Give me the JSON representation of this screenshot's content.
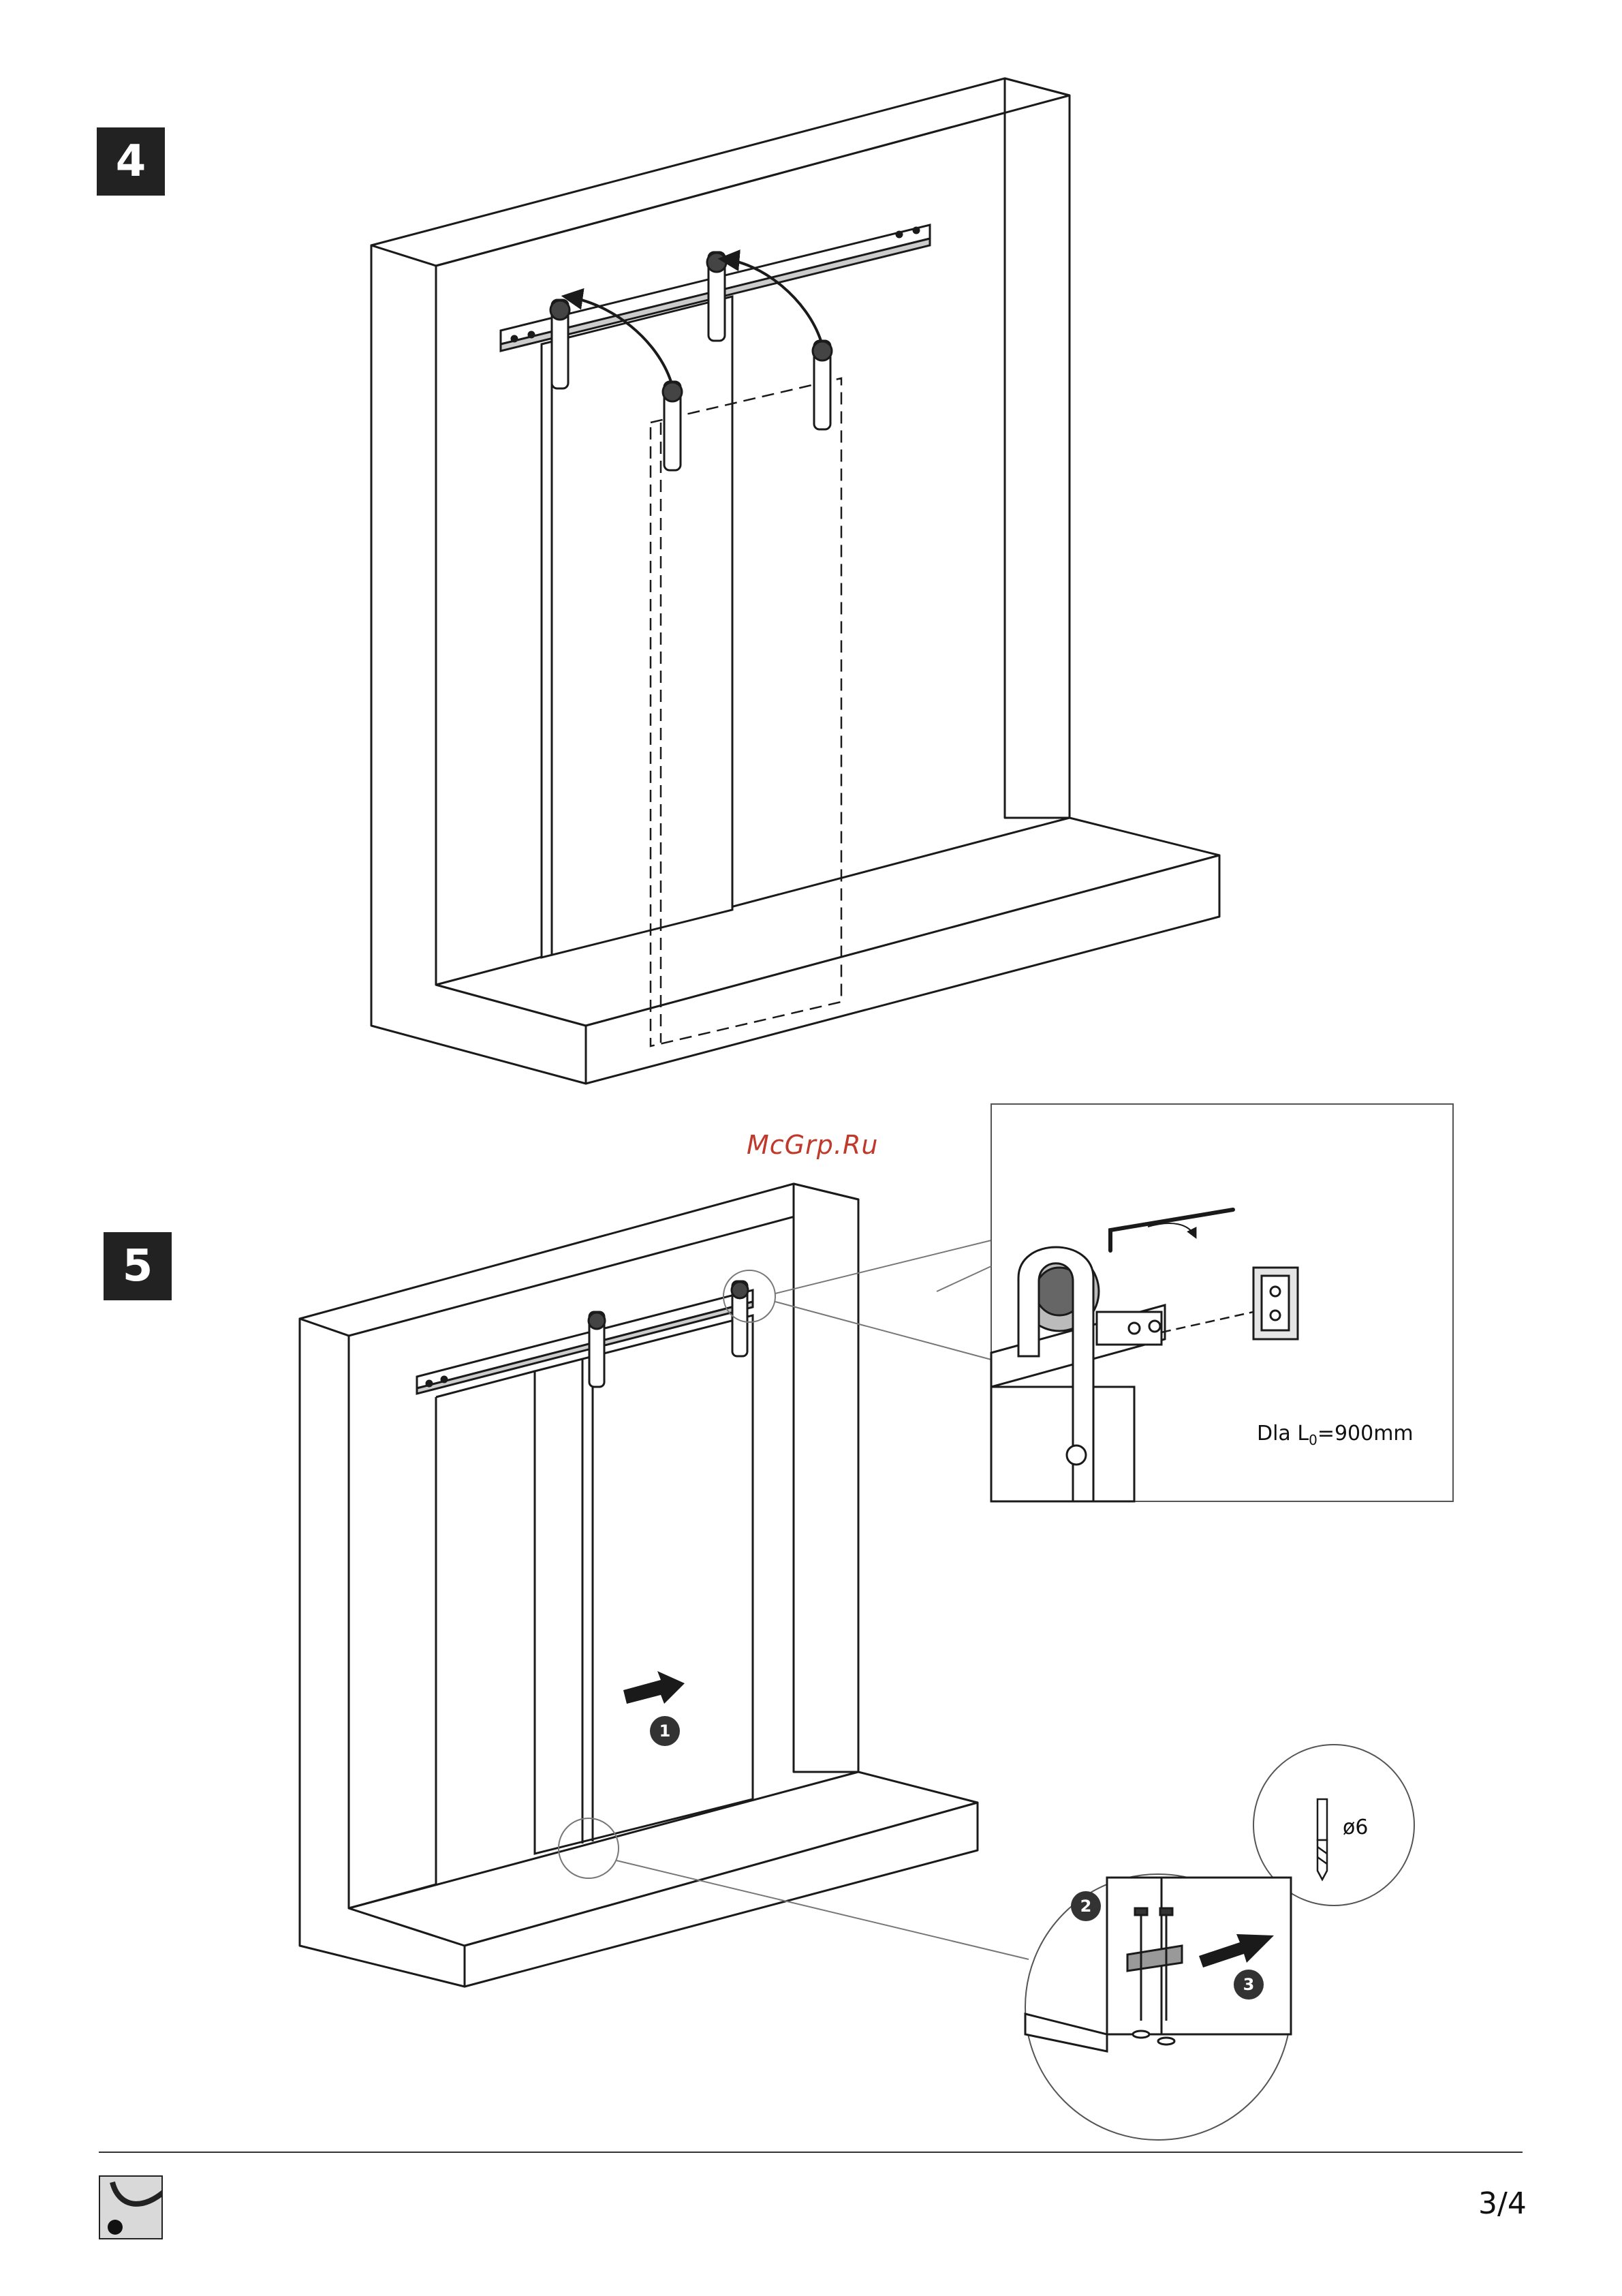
{
  "steps": {
    "step4": "4",
    "step5": "5"
  },
  "watermark": "McGrp.Ru",
  "detail_top": {
    "label_prefix": "Dla L",
    "label_sub": "0",
    "label_suffix": "=900mm"
  },
  "detail_bottom": {
    "drill": "ø6",
    "markers": [
      "2",
      "3"
    ]
  },
  "marker_main": "1",
  "footer": {
    "page": "3/4",
    "logo": "company-logo-icon"
  },
  "colors": {
    "ink": "#1a1a1a",
    "badge": "#222222",
    "watermark": "#c0392b"
  }
}
